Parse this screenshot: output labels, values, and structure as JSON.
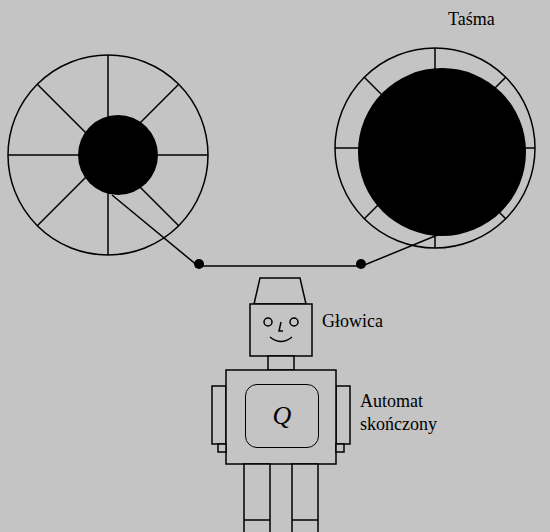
{
  "diagram": {
    "nodes": [
      {
        "text": [
          "Q"
        ]
      }
    ],
    "labels": [
      "Taśma",
      "Głowica",
      "Automat skończony"
    ]
  }
}
